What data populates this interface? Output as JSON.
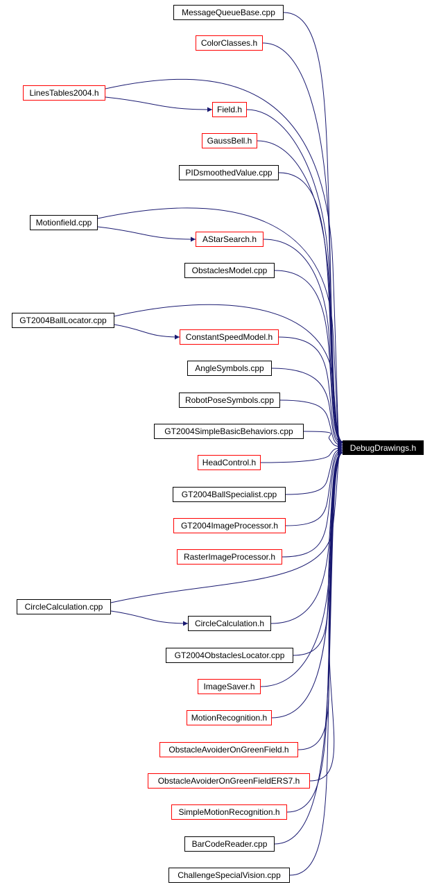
{
  "graph": {
    "root": "DebugDrawings.h",
    "edge_color": "#191970",
    "nodes": [
      {
        "label": "MessageQueueBase.cpp",
        "color": "black"
      },
      {
        "label": "ColorClasses.h",
        "color": "red"
      },
      {
        "label": "LinesTables2004.h",
        "color": "red"
      },
      {
        "label": "Field.h",
        "color": "red"
      },
      {
        "label": "GaussBell.h",
        "color": "red"
      },
      {
        "label": "PIDsmoothedValue.cpp",
        "color": "black"
      },
      {
        "label": "Motionfield.cpp",
        "color": "black"
      },
      {
        "label": "AStarSearch.h",
        "color": "red"
      },
      {
        "label": "ObstaclesModel.cpp",
        "color": "black"
      },
      {
        "label": "GT2004BallLocator.cpp",
        "color": "black"
      },
      {
        "label": "ConstantSpeedModel.h",
        "color": "red"
      },
      {
        "label": "AngleSymbols.cpp",
        "color": "black"
      },
      {
        "label": "RobotPoseSymbols.cpp",
        "color": "black"
      },
      {
        "label": "GT2004SimpleBasicBehaviors.cpp",
        "color": "black"
      },
      {
        "label": "HeadControl.h",
        "color": "red"
      },
      {
        "label": "GT2004BallSpecialist.cpp",
        "color": "black"
      },
      {
        "label": "GT2004ImageProcessor.h",
        "color": "red"
      },
      {
        "label": "RasterImageProcessor.h",
        "color": "red"
      },
      {
        "label": "CircleCalculation.cpp",
        "color": "black"
      },
      {
        "label": "CircleCalculation.h",
        "color": "black"
      },
      {
        "label": "GT2004ObstaclesLocator.cpp",
        "color": "black"
      },
      {
        "label": "ImageSaver.h",
        "color": "red"
      },
      {
        "label": "MotionRecognition.h",
        "color": "red"
      },
      {
        "label": "ObstacleAvoiderOnGreenField.h",
        "color": "red"
      },
      {
        "label": "ObstacleAvoiderOnGreenFieldERS7.h",
        "color": "red"
      },
      {
        "label": "SimpleMotionRecognition.h",
        "color": "red"
      },
      {
        "label": "BarCodeReader.cpp",
        "color": "black"
      },
      {
        "label": "ChallengeSpecialVision.cpp",
        "color": "black"
      }
    ],
    "extra_edges": [
      {
        "from": "LinesTables2004.h",
        "to": "Field.h"
      },
      {
        "from": "Motionfield.cpp",
        "to": "AStarSearch.h"
      },
      {
        "from": "GT2004BallLocator.cpp",
        "to": "ConstantSpeedModel.h"
      },
      {
        "from": "CircleCalculation.cpp",
        "to": "CircleCalculation.h"
      }
    ]
  }
}
